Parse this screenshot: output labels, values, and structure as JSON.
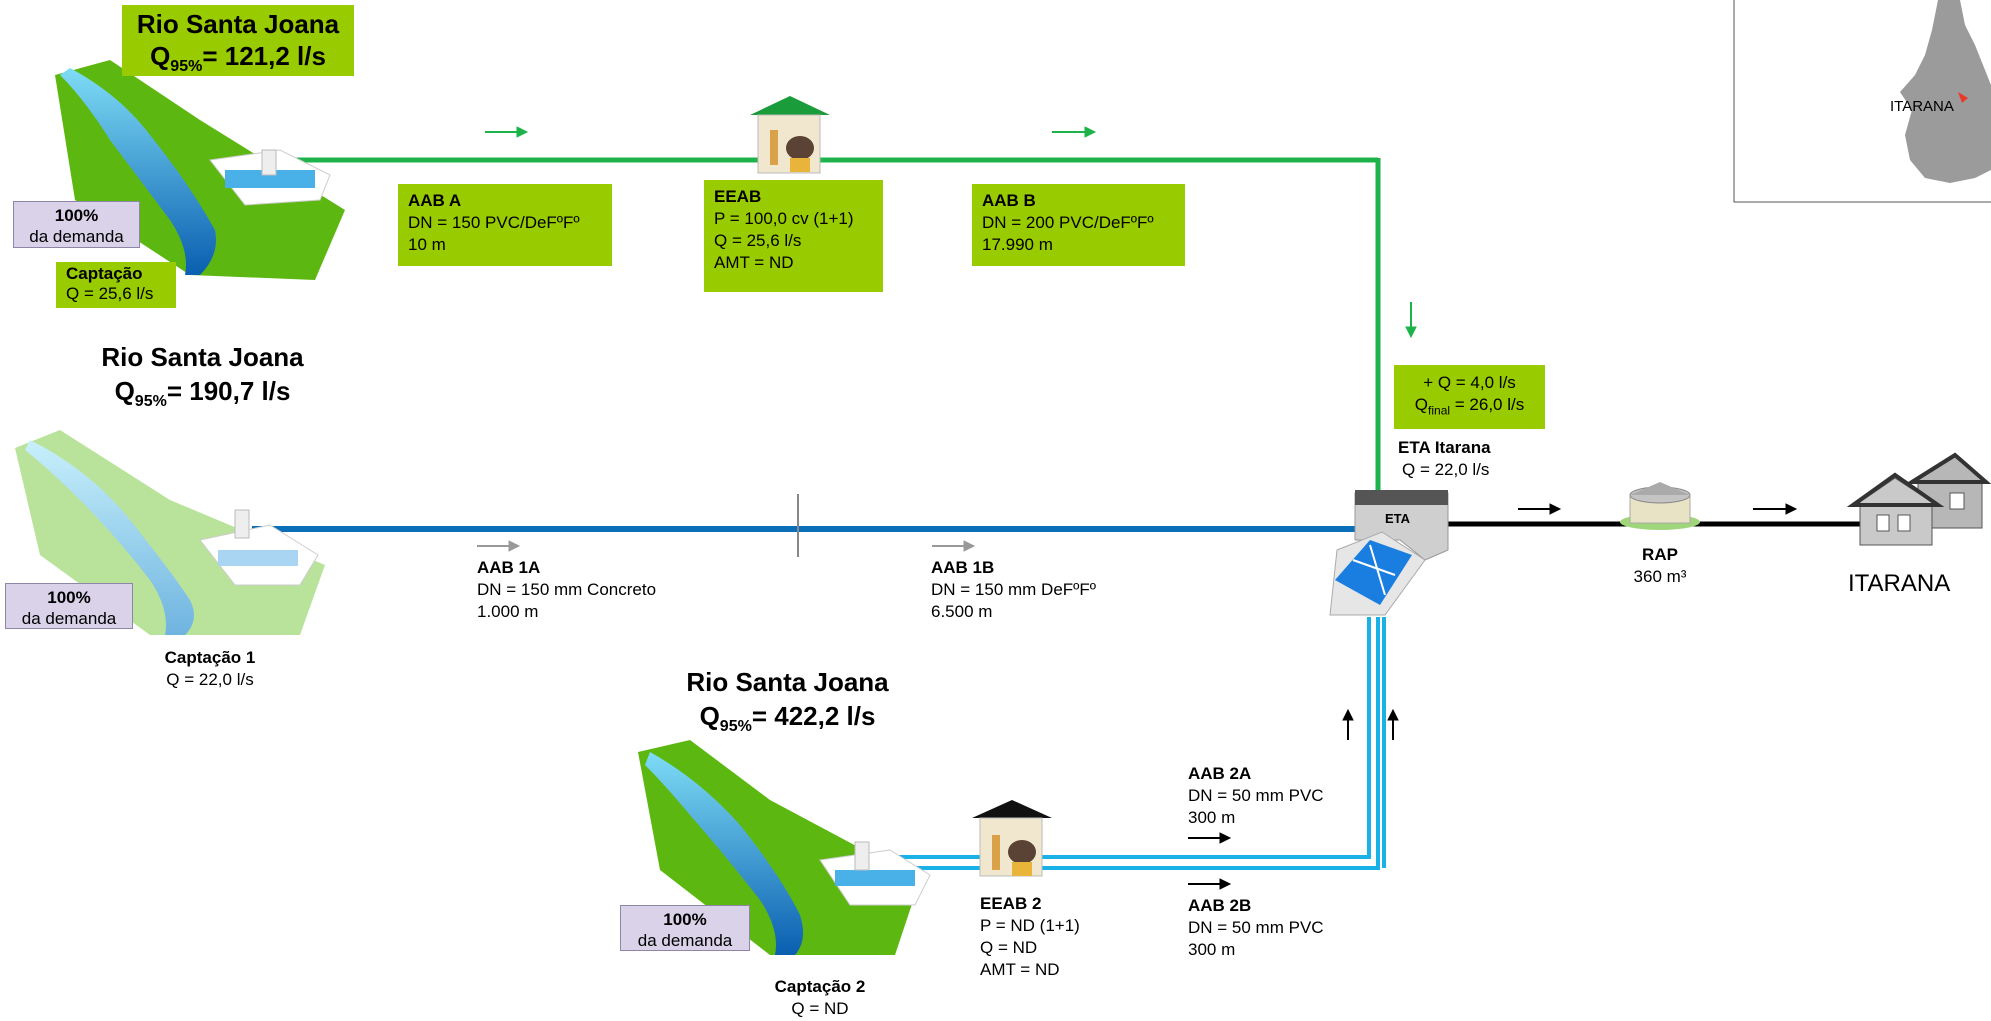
{
  "river_top": {
    "name": "Rio Santa Joana",
    "q_label": "Q",
    "q_sub": "95%",
    "q_value": "=  121,2 l/s"
  },
  "river_mid": {
    "name": "Rio Santa Joana",
    "q_label": "Q",
    "q_sub": "95%",
    "q_value": "=  190,7 l/s"
  },
  "river_bottom": {
    "name": "Rio Santa Joana",
    "q_label": "Q",
    "q_sub": "95%",
    "q_value": "=  422,2 l/s"
  },
  "demand_top": {
    "pct": "100%",
    "text": "da demanda"
  },
  "demand_mid": {
    "pct": "100%",
    "text": "da demanda"
  },
  "demand_bottom": {
    "pct": "100%",
    "text": "da demanda"
  },
  "captacao_top": {
    "title": "Captação",
    "q": "Q = 25,6 l/s"
  },
  "captacao_1": {
    "title": "Captação 1",
    "q": "Q = 22,0 l/s"
  },
  "captacao_2": {
    "title": "Captação 2",
    "q": "Q = ND"
  },
  "aab_a": {
    "title": "AAB A",
    "dn": "DN = 150 PVC/DeFºFº",
    "len": "10 m"
  },
  "eeab": {
    "title": "EEAB",
    "p": "P = 100,0 cv (1+1)",
    "q": "Q = 25,6 l/s",
    "amt": "AMT = ND"
  },
  "aab_b": {
    "title": "AAB B",
    "dn": "DN = 200 PVC/DeFºFº",
    "len": "17.990 m"
  },
  "extra_q": {
    "line1": "+ Q = 4,0 l/s",
    "line2_prefix": "Q",
    "line2_sub": "final",
    "line2_value": " = 26,0 l/s"
  },
  "eta": {
    "title": "ETA Itarana",
    "q": "Q = 22,0 l/s",
    "icon_label": "ETA"
  },
  "aab_1a": {
    "title": "AAB 1A",
    "dn": "DN = 150 mm Concreto",
    "len": "1.000 m"
  },
  "aab_1b": {
    "title": "AAB 1B",
    "dn": "DN = 150 mm DeFºFº",
    "len": "6.500 m"
  },
  "aab_2a": {
    "title": "AAB 2A",
    "dn": "DN = 50 mm PVC",
    "len": "300 m"
  },
  "aab_2b": {
    "title": "AAB 2B",
    "dn": "DN = 50 mm PVC",
    "len": "300 m"
  },
  "eeab_2": {
    "title": "EEAB 2",
    "p": "P = ND (1+1)",
    "q": "Q = ND",
    "amt": "AMT = ND"
  },
  "rap": {
    "title": "RAP",
    "vol": "360 m³"
  },
  "city": {
    "name": "ITARANA"
  },
  "map": {
    "label": "ITARANA"
  },
  "colors": {
    "green_box": "#99cc00",
    "green_pipe": "#1db34a",
    "blue_pipe": "#0a6fb8",
    "light_blue_pipe": "#1ab1e6",
    "black_pipe": "#000000",
    "demand_box": "#d9d2e9"
  }
}
